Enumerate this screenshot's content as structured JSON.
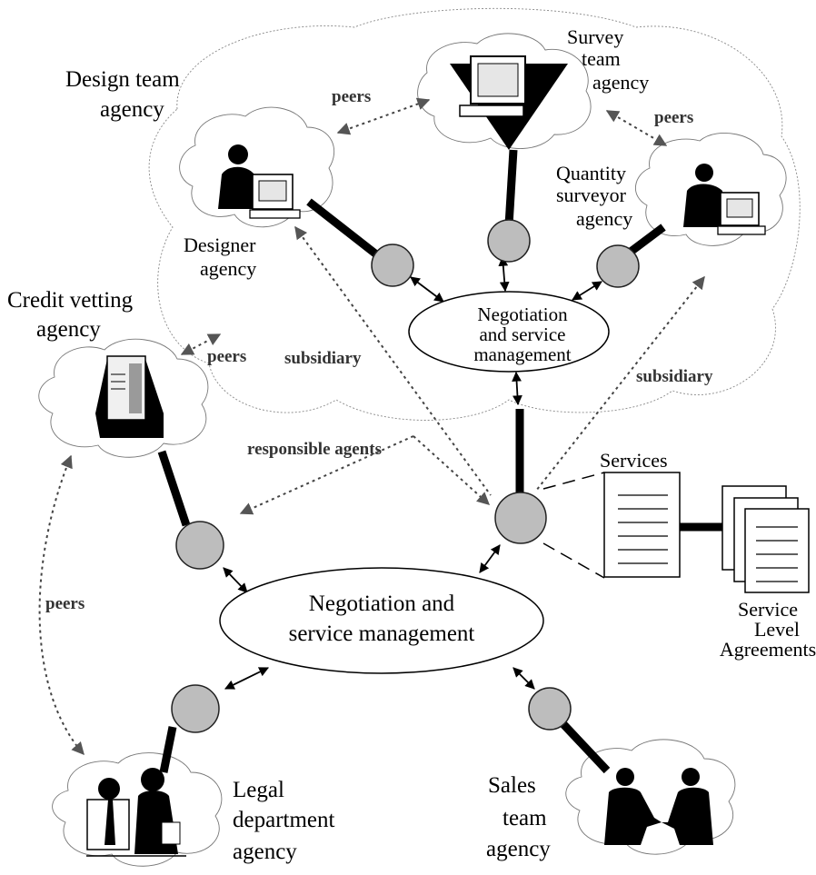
{
  "labels": {
    "design_team": [
      "Design team",
      "agency"
    ],
    "survey_team": [
      "Survey",
      "team",
      "agency"
    ],
    "quantity_surveyor": [
      "Quantity",
      "surveyor",
      "agency"
    ],
    "designer": [
      "Designer",
      "agency"
    ],
    "credit_vetting": [
      "Credit vetting",
      "agency"
    ],
    "inner_negotiation": [
      "Negotiation",
      "and service",
      "management"
    ],
    "main_negotiation": [
      "Negotiation and",
      "service management"
    ],
    "legal": [
      "Legal",
      "department",
      "agency"
    ],
    "sales": [
      "Sales",
      "team",
      "agency"
    ],
    "services": "Services",
    "sla": [
      "Service",
      "Level",
      "Agreements"
    ]
  },
  "relations": {
    "peers_design_survey": "peers",
    "peers_survey_quantity": "peers",
    "peers_credit_design": "peers",
    "peers_credit_legal": "peers",
    "subsidiary_left": "subsidiary",
    "subsidiary_right": "subsidiary",
    "responsible_agents": "responsible agents"
  },
  "colors": {
    "node_fill": "#bdbdbd",
    "line": "#000000",
    "arrow_head": "#555555"
  },
  "icons": {
    "designer": "person-at-computer-icon",
    "survey": "computer-terminal-icon",
    "quantity": "person-at-computer-icon",
    "credit": "server-tower-icon",
    "legal": "two-people-meeting-icon",
    "sales": "handshake-icon"
  }
}
